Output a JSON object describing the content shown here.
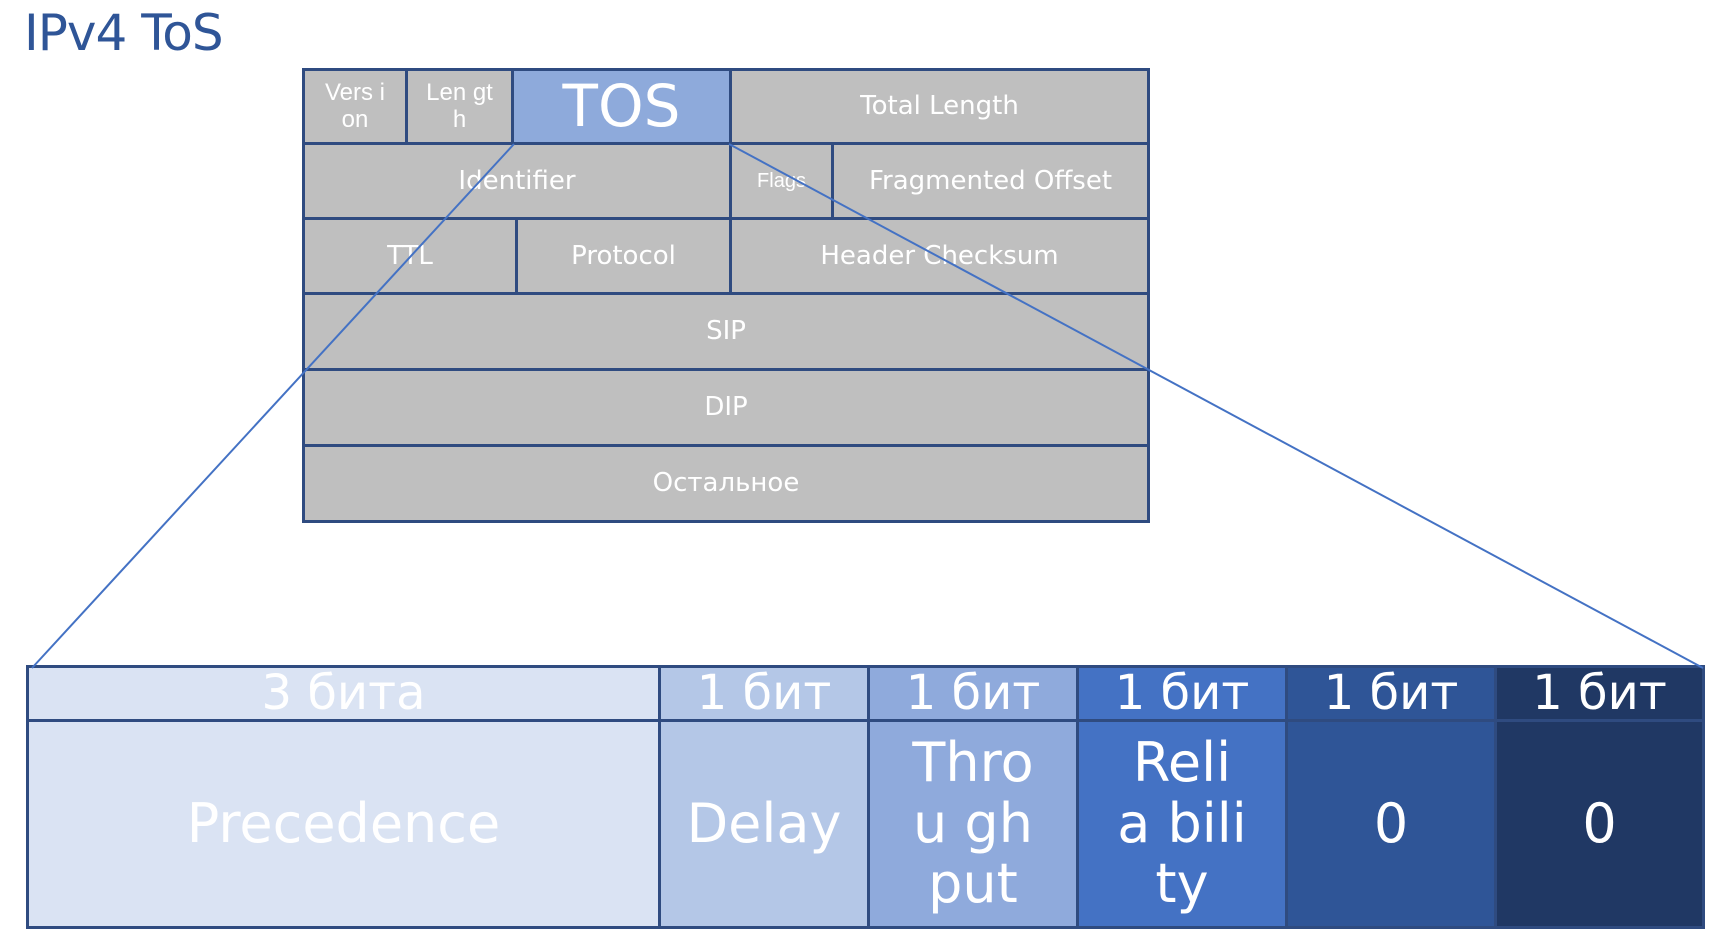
{
  "title": "IPv4 ToS",
  "header_fields": {
    "version": "Vers ion",
    "length": "Len gth",
    "tos": "TOS",
    "total_length": "Total Length",
    "identifier": "Identifier",
    "flags": "Flags",
    "fragmented_offset": "Fragmented Offset",
    "ttl": "TTL",
    "protocol": "Protocol",
    "header_checksum": "Header Checksum",
    "sip": "SIP",
    "dip": "DIP",
    "rest": "Остальное"
  },
  "tos_bits": [
    {
      "size": "3 бита",
      "name": "Precedence",
      "color": "#dae3f3"
    },
    {
      "size": "1 бит",
      "name": "Delay",
      "color": "#b4c7e7"
    },
    {
      "size": "1 бит",
      "name": "Throu ghput",
      "color": "#8faadc"
    },
    {
      "size": "1 бит",
      "name": "Relia bility",
      "color": "#4472c4"
    },
    {
      "size": "1 бит",
      "name": "0",
      "color": "#2f5597"
    },
    {
      "size": "1 бит",
      "name": "0",
      "color": "#203864"
    }
  ],
  "colors": {
    "border": "#2f4b80",
    "field_gray": "#bfbfbf",
    "tos_highlight": "#8eaadb",
    "title": "#2f5597",
    "connector_line": "#4472c4"
  }
}
